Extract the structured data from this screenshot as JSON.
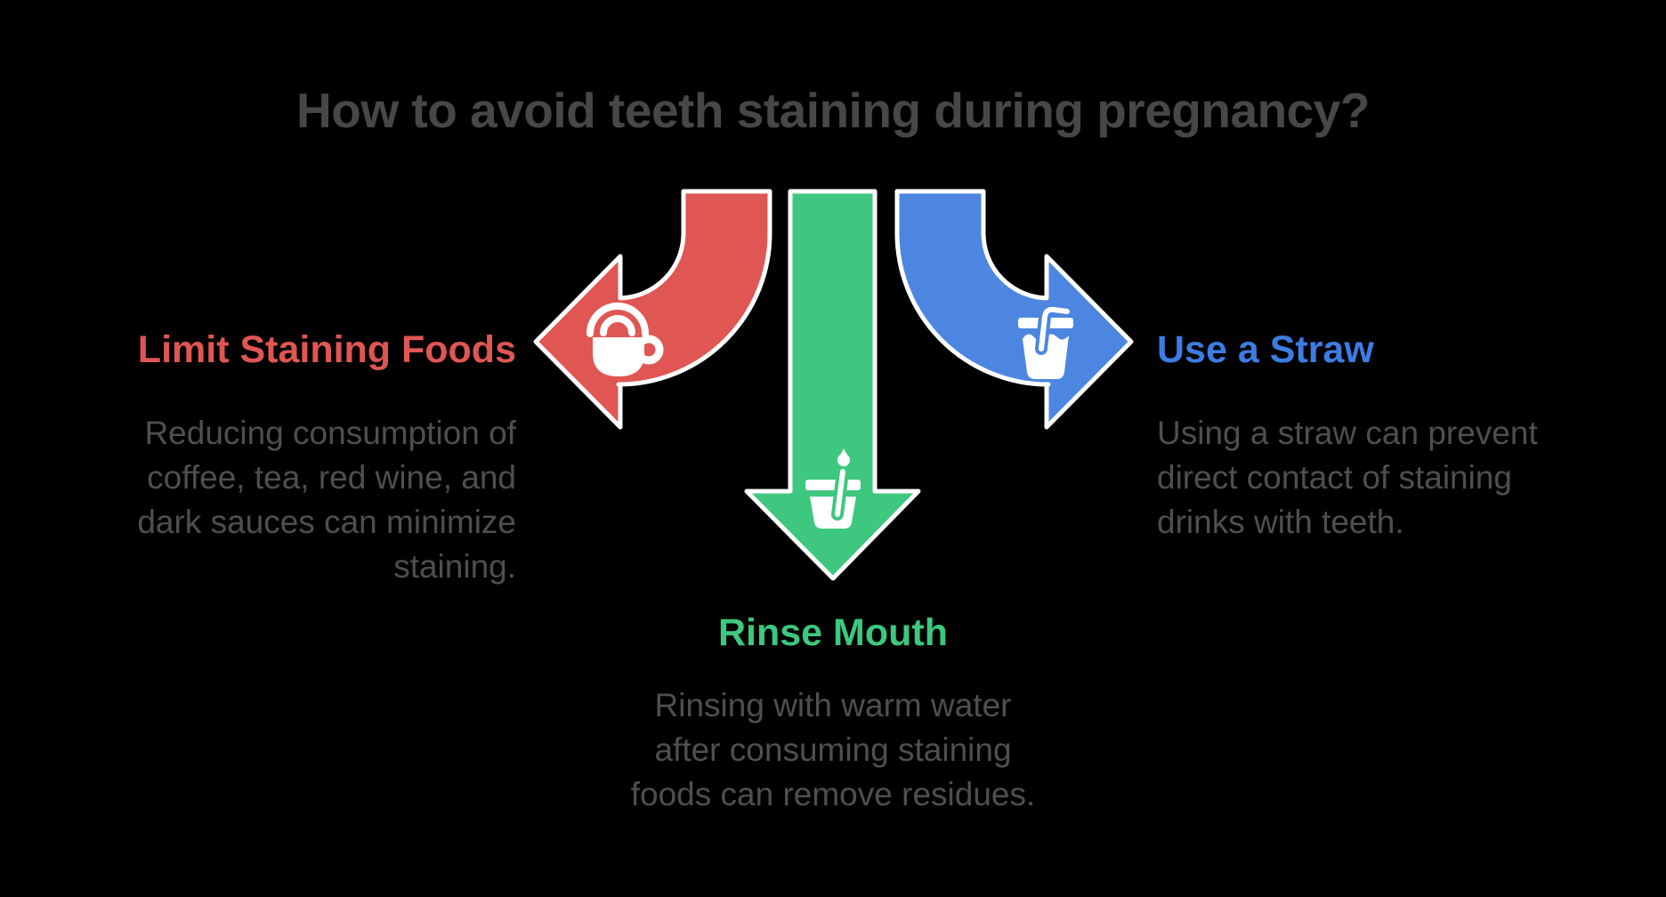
{
  "title": "How to avoid teeth staining during pregnancy?",
  "colors": {
    "red": "#E05653",
    "green": "#3DC77F",
    "blue": "#4C86E0",
    "blue_heading": "#3C7DE4",
    "red_heading": "#E05653",
    "green_heading": "#3DC77F",
    "title_text": "#474747",
    "body_text": "#4F4F4F",
    "background": "#000000",
    "icon": "#FFFFFF",
    "arrow_outline": "#FFFFFF"
  },
  "items": {
    "left": {
      "heading": "Limit Staining Foods",
      "icon": "coffee-cup-icon",
      "arrow_direction": "left",
      "body_lines": [
        "Reducing consumption of",
        "coffee, tea, red wine, and",
        "dark sauces can minimize",
        "staining."
      ]
    },
    "bottom": {
      "heading": "Rinse Mouth",
      "icon": "rinse-glass-icon",
      "arrow_direction": "down",
      "body_lines": [
        "Rinsing with warm water",
        "after consuming staining",
        "foods can remove residues."
      ]
    },
    "right": {
      "heading": "Use a Straw",
      "icon": "straw-glass-icon",
      "arrow_direction": "right",
      "body_lines": [
        "Using a straw can prevent",
        "direct contact of staining",
        "drinks with teeth."
      ]
    }
  }
}
